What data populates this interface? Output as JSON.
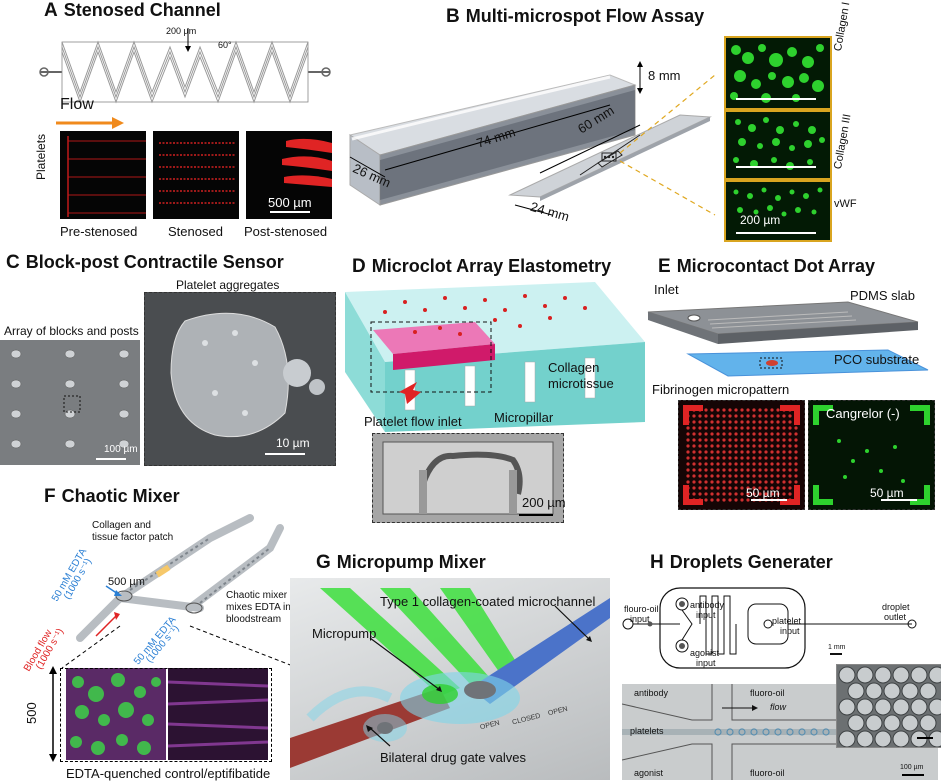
{
  "panels": {
    "a": {
      "letter": "A",
      "title": "Stenosed Channel",
      "dim_200": "200 µm",
      "angle": "60°",
      "flow": "Flow",
      "platelets": "Platelets",
      "scale": "500 µm",
      "labels": [
        "Pre-stenosed",
        "Stenosed",
        "Post-stenosed"
      ]
    },
    "b": {
      "letter": "B",
      "title": "Multi-microspot Flow Assay",
      "d8": "8 mm",
      "d74": "74 mm",
      "d60": "60 mm",
      "d26": "26 mm",
      "d24": "24 mm",
      "coll1": "Collagen I",
      "coll3": "Collagen III",
      "vwf": "vWF",
      "scale": "200 µm"
    },
    "c": {
      "letter": "C",
      "title": "Block-post Contractile Sensor",
      "agg": "Platelet aggregates",
      "array": "Array of blocks and posts",
      "s100": "100 µm",
      "s10": "10 µm"
    },
    "d": {
      "letter": "D",
      "title": "Microclot Array Elastometry",
      "coll": "Collagen",
      "micro": "microtissue",
      "inlet": "Platelet flow inlet",
      "pillar": "Micropillar",
      "scale": "200 µm"
    },
    "e": {
      "letter": "E",
      "title": "Microcontact Dot Array",
      "inlet": "Inlet",
      "pdms": "PDMS slab",
      "pco": "PCO substrate",
      "fib": "Fibrinogen micropattern",
      "cang": "Cangrelor (-)",
      "s1": "50 µm",
      "s2": "50 µm"
    },
    "f": {
      "letter": "F",
      "title": "Chaotic Mixer",
      "coll": "Collagen and",
      "tf": "tissue factor patch",
      "edta1": "50 mM EDTA",
      "rate1": "(1000 s⁻¹)",
      "d500": "500 µm",
      "blood": "Blood flow",
      "rate_b": "(1000 s⁻¹)",
      "edta2": "50 mM EDTA",
      "rate2": "(1000 s⁻¹)",
      "mix1": "Chaotic mixer",
      "mix2": "mixes EDTA into",
      "mix3": "bloodstream",
      "yaxis": "500",
      "caption": "EDTA-quenched control/eptifibatide"
    },
    "g": {
      "letter": "G",
      "title": "Micropump Mixer",
      "type1": "Type 1 collagen-coated microchannel",
      "pump": "Micropump",
      "valves": "Bilateral drug gate valves",
      "open1": "OPEN",
      "closed": "CLOSED",
      "open2": "OPEN"
    },
    "h": {
      "letter": "H",
      "title": "Droplets Generater",
      "fo1": "flouro-oil",
      "fo2": "input",
      "ab1": "antibody",
      "ab2": "input",
      "ag1": "agonist",
      "ag2": "input",
      "pl1": "platelet",
      "pl2": "input",
      "dr1": "droplet",
      "dr2": "outlet",
      "mm": "1 mm",
      "antibody": "antibody",
      "fluoro_top": "fluoro-oil",
      "flow": "flow",
      "platelets": "platelets",
      "agonist": "agonist",
      "fluoro_bot": "fluoro-oil",
      "s100": "100 µm"
    }
  },
  "colors": {
    "orange": "#f08a1c",
    "green": "#2ed12e",
    "red": "#e02424",
    "blue": "#2a7fd4",
    "gold": "#d9a520",
    "teal": "#7fd6d2",
    "magenta": "#d01a6a"
  }
}
